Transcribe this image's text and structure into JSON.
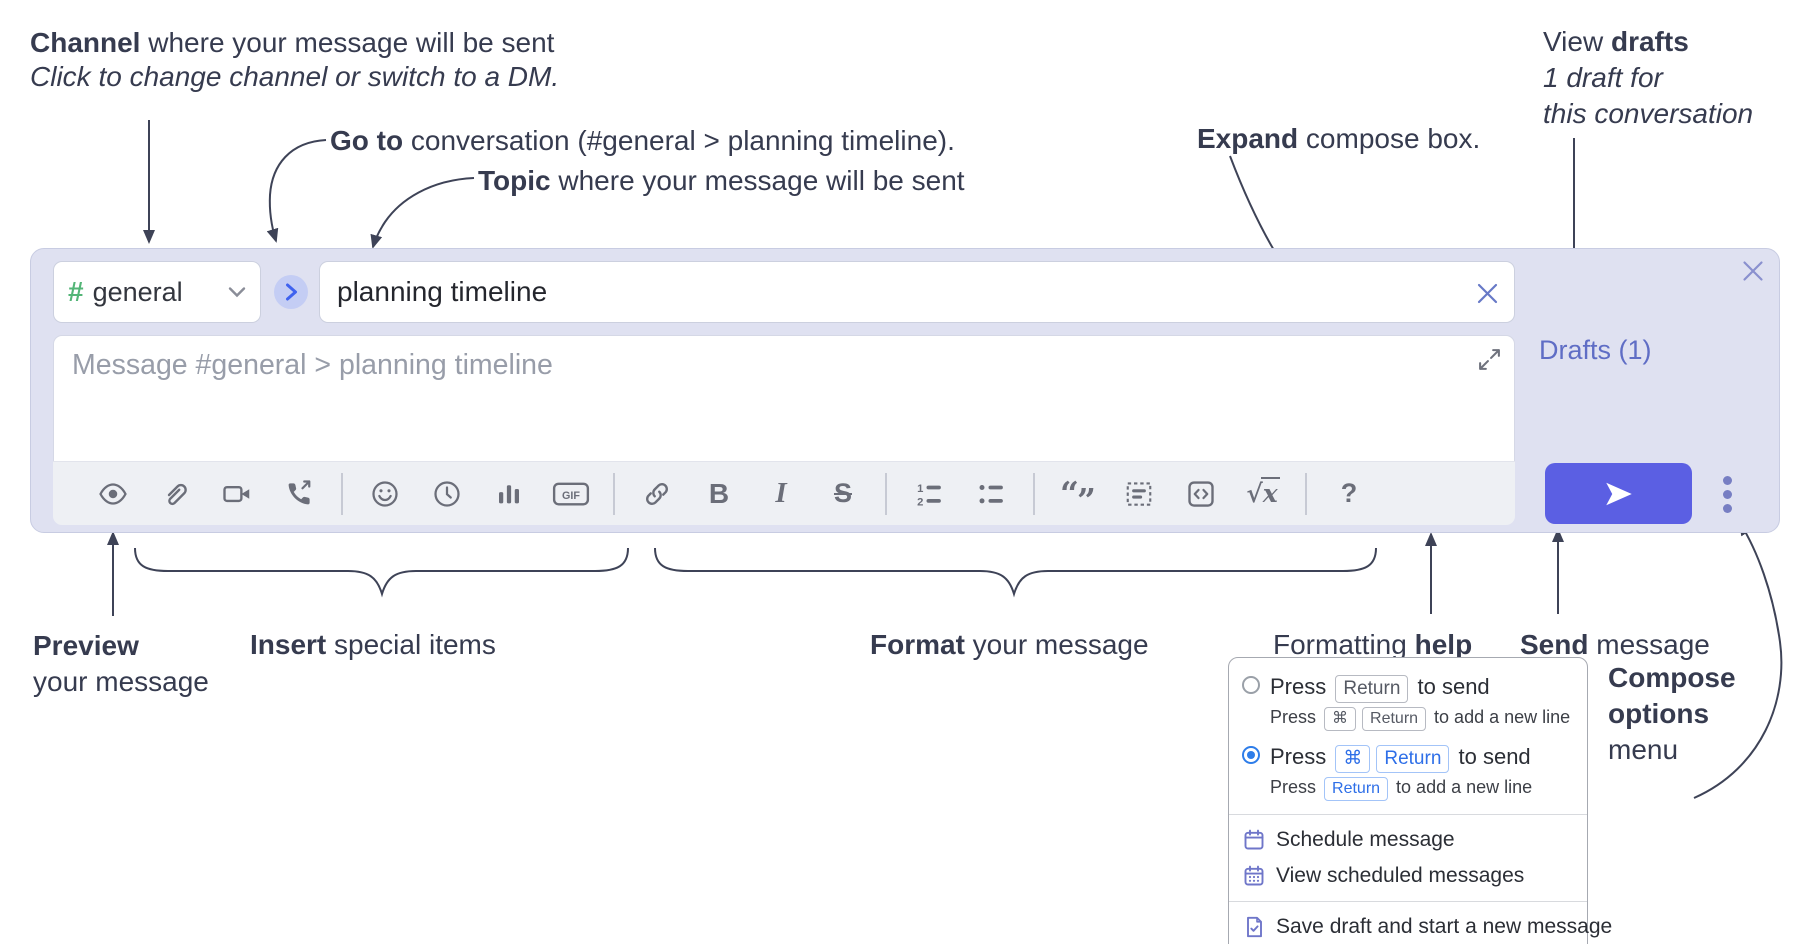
{
  "annotations": {
    "channel": {
      "bold": "Channel",
      "rest": " where your message will be sent",
      "line2": "Click to change channel or switch to a DM."
    },
    "goto": {
      "bold": "Go to",
      "rest": " conversation (#general > planning timeline)."
    },
    "topic": {
      "bold": "Topic",
      "rest": " where your message will be sent"
    },
    "expand": {
      "bold": "Expand",
      "rest": " compose box."
    },
    "view_drafts": {
      "line1_pre": "View ",
      "line1_bold": "drafts",
      "line2": "1 draft for",
      "line3": "this conversation"
    },
    "preview": {
      "bold": "Preview",
      "line2": "your message"
    },
    "insert": {
      "bold": "Insert",
      "rest": " special items"
    },
    "format": {
      "bold": "Format",
      "rest": " your message"
    },
    "formatting_help": {
      "pre": "Formatting ",
      "bold": "help"
    },
    "send": {
      "bold": "Send",
      "rest": " message"
    },
    "compose_options": {
      "line1": "Compose",
      "line2": "options",
      "line3": "menu"
    }
  },
  "compose_box": {
    "channel_selector": {
      "hash": "#",
      "channel": "general"
    },
    "topic_input": {
      "value": "planning timeline"
    },
    "message_input": {
      "placeholder": "Message #general > planning timeline"
    },
    "drafts_link": {
      "label": "Drafts (1)"
    },
    "toolbar": {
      "icons": [
        "preview",
        "attach",
        "video-call",
        "audio-call",
        "divider",
        "emoji",
        "time",
        "poll",
        "gif",
        "divider",
        "link",
        "bold",
        "italic",
        "strikethrough",
        "divider",
        "numbered-list",
        "bulleted-list",
        "divider",
        "quote",
        "spoiler",
        "code",
        "math",
        "divider",
        "help"
      ],
      "glyphs": {
        "bold": "B",
        "italic": "I",
        "strikethrough": "S",
        "gif": "GIF",
        "quote_open": "“",
        "quote_close": "”",
        "math_root": "√",
        "math_var": "x",
        "help": "?",
        "list_one": "1",
        "list_two": "2"
      }
    }
  },
  "compose_options_menu": {
    "options": [
      {
        "selected": false,
        "style": "gray",
        "main_pre": "Press",
        "main_keys": [
          "Return"
        ],
        "main_post": "to send",
        "sub_pre": "Press",
        "sub_keys": [
          "⌘",
          "Return"
        ],
        "sub_post": "to add a new line"
      },
      {
        "selected": true,
        "style": "blue",
        "main_pre": "Press",
        "main_keys": [
          "⌘",
          "Return"
        ],
        "main_post": "to send",
        "sub_pre": "Press",
        "sub_keys": [
          "Return"
        ],
        "sub_post": "to add a new line"
      }
    ],
    "items": [
      {
        "icon": "calendar",
        "label": "Schedule message",
        "separated": false
      },
      {
        "icon": "calendar-grid",
        "label": "View scheduled messages",
        "separated": false
      },
      {
        "icon": "draft-save",
        "label": "Save draft and start a new message",
        "separated": true
      }
    ]
  },
  "colors": {
    "compose_background": "#dfe1f1",
    "send_button": "#5b5fe3",
    "channel_hash_green": "#53b577",
    "goto_arrow_blue": "#3f62ef",
    "drafts_link": "#5f6dc5",
    "toolbar_icon": "#6b6e79",
    "menu_icon_purple": "#6f76c9",
    "radio_selected": "#2e7de9",
    "annotation_text": "#363b4f"
  }
}
